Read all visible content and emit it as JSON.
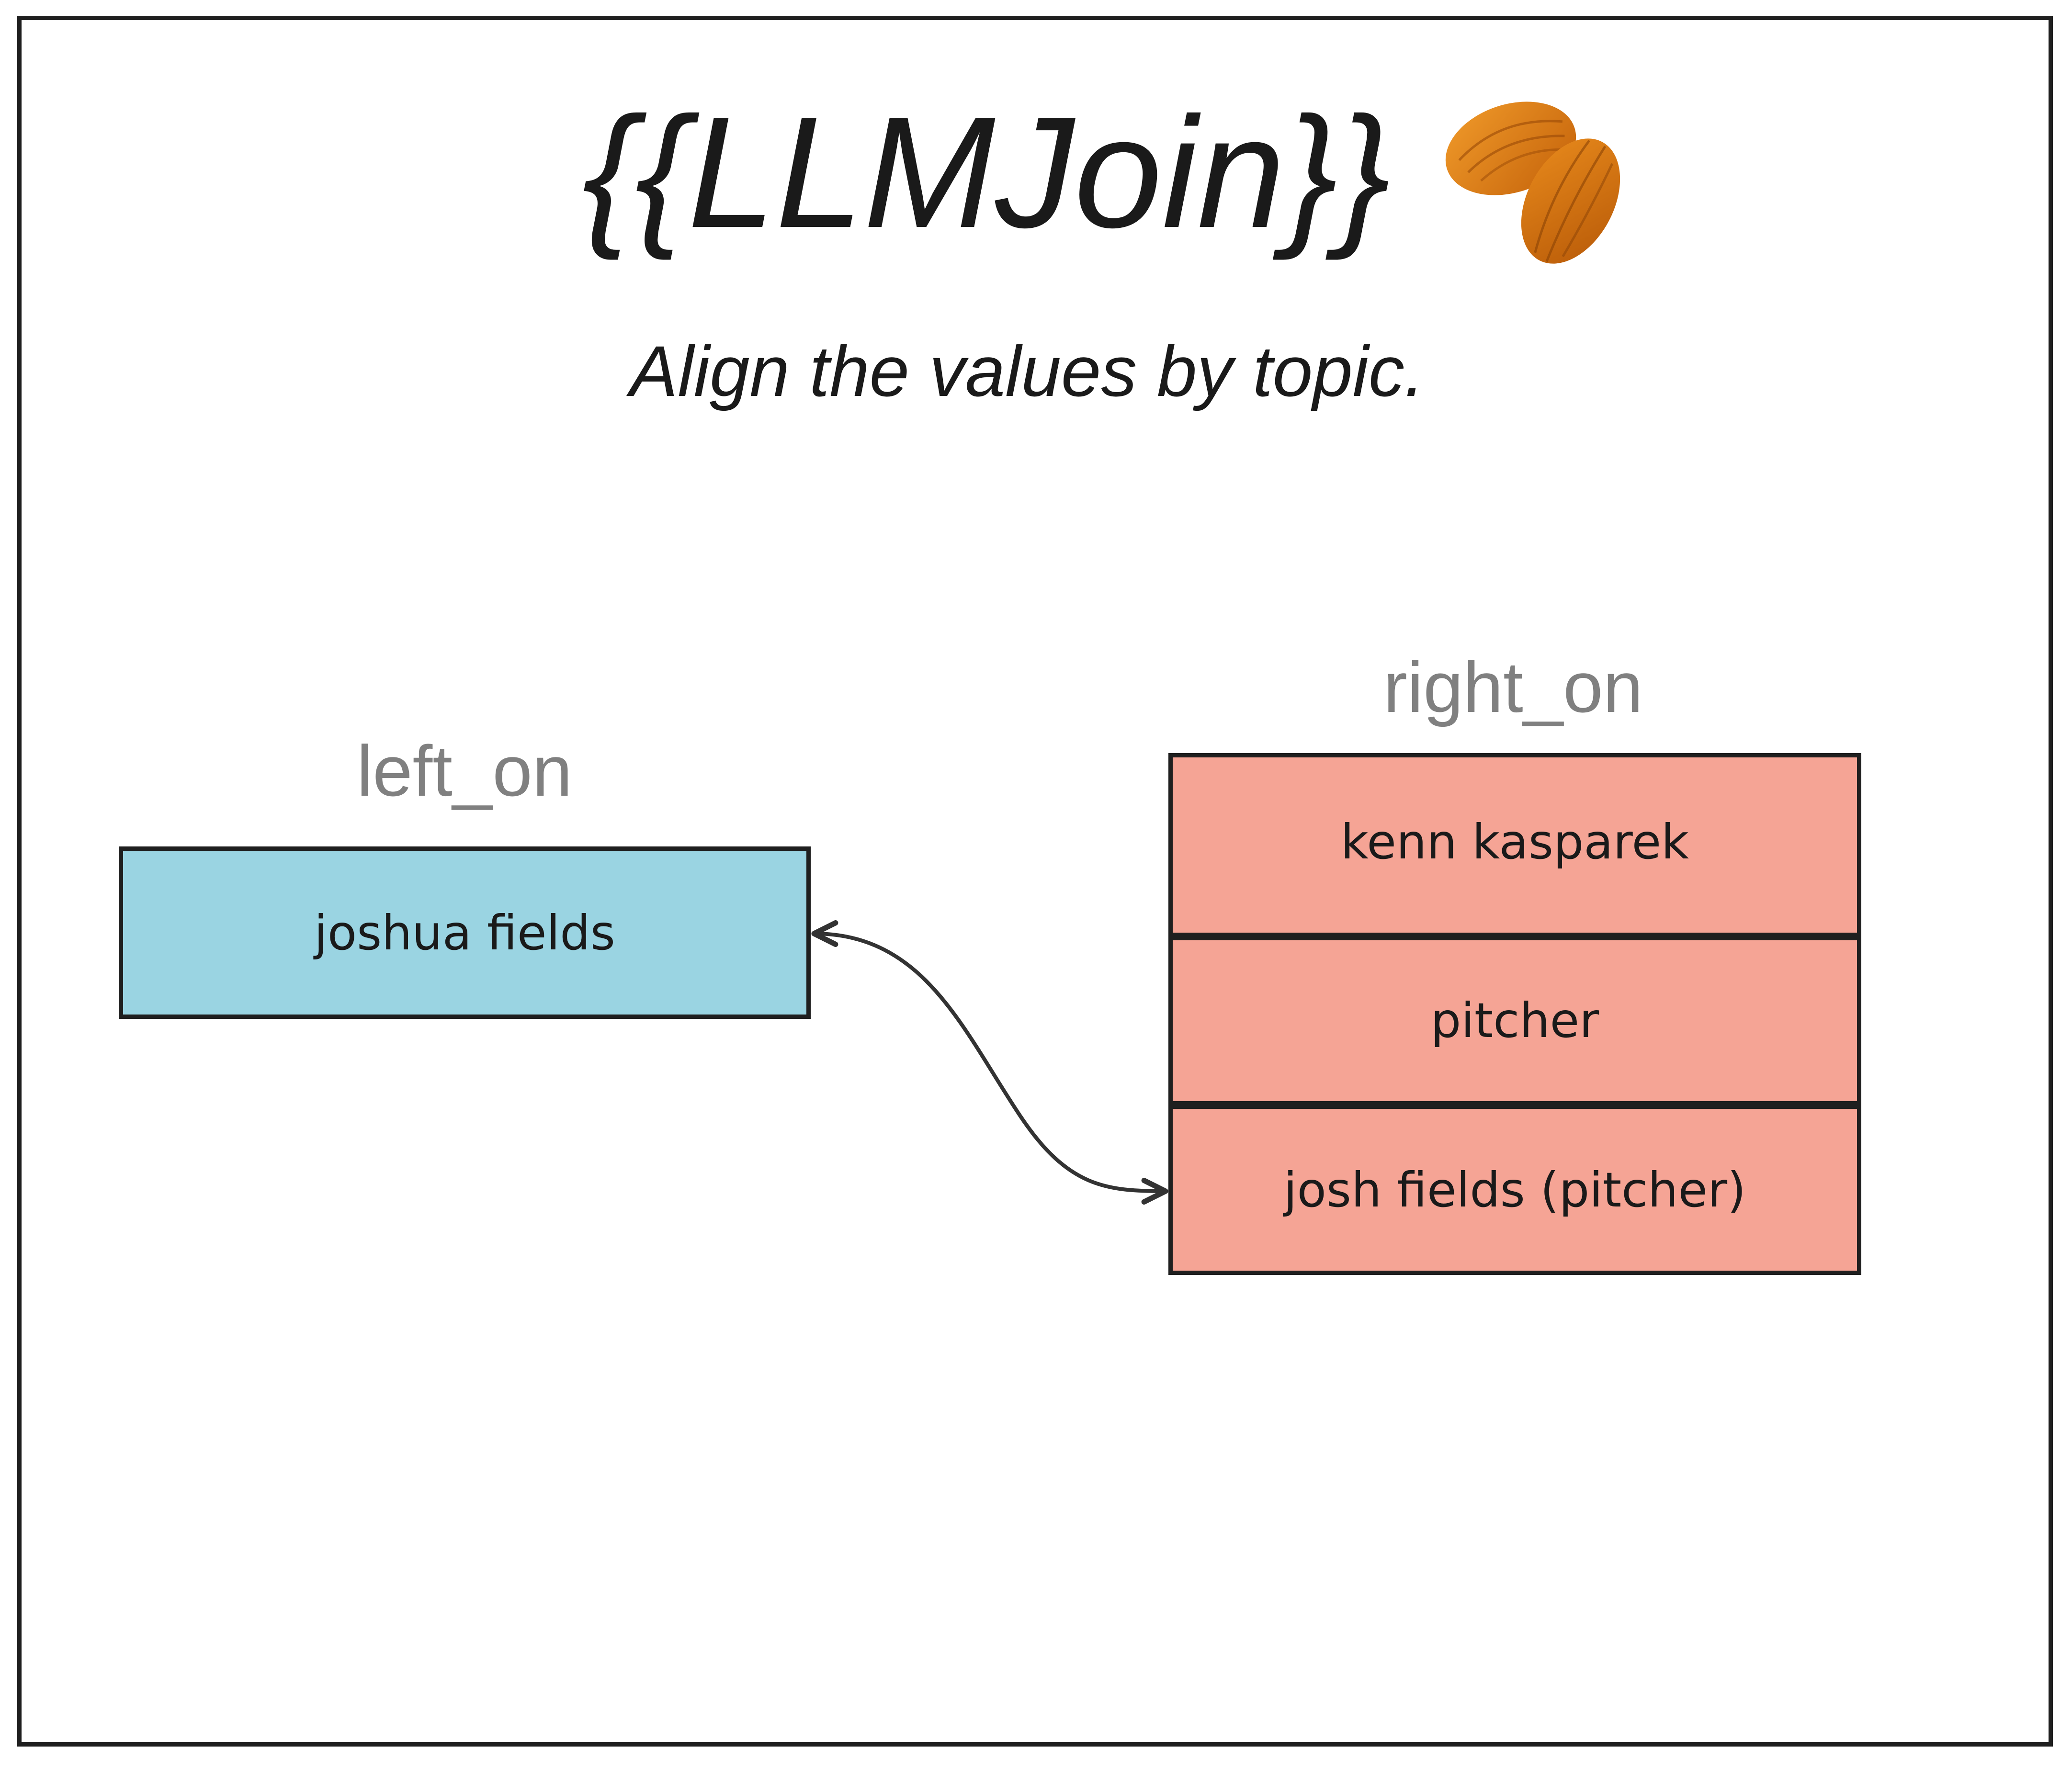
{
  "title": "{{LLMJoin}}",
  "subtitle": "Align the values by topic.",
  "left": {
    "label": "left_on",
    "values": [
      "joshua fields"
    ]
  },
  "right": {
    "label": "right_on",
    "values": [
      "kenn kasparek",
      "pitcher",
      "josh fields (pitcher)"
    ]
  },
  "match": {
    "left_index": 0,
    "right_index": 2
  },
  "colors": {
    "left_fill": "#9ad4e2",
    "right_fill": "#f5a495",
    "border": "#1f1f1f",
    "label_gray": "#808080",
    "almond": "#e07e10"
  },
  "icons": {
    "title_icon": "almonds-icon"
  }
}
